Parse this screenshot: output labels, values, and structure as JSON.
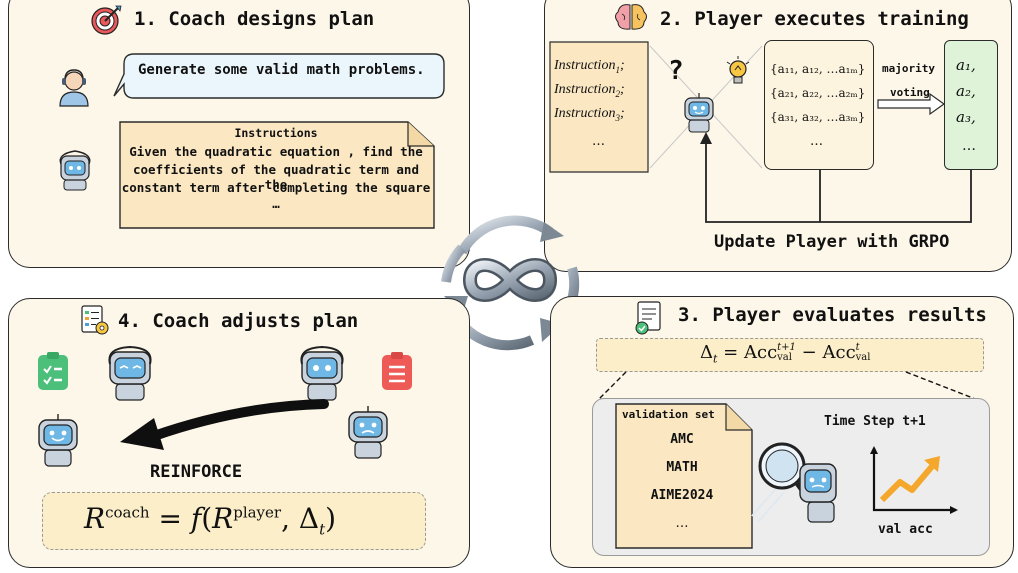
{
  "panel1": {
    "title": "1. Coach designs plan",
    "speech": "Generate some valid math problems.",
    "note_header": "Instructions",
    "note_lines": [
      "Given the quadratic equation , find the",
      "coefficients of the quadratic term and the",
      "constant term after completing the square",
      "…"
    ]
  },
  "panel2": {
    "title": "2. Player executes training",
    "instructions": [
      "Instruction",
      "Instruction",
      "Instruction",
      "…"
    ],
    "instruction_subs": [
      "1",
      "2",
      "3"
    ],
    "question_mark": "?",
    "answers": [
      "{a₁₁, a₁₂, …a₁ₘ}",
      "{a₂₁, a₂₂, …a₂ₘ}",
      "{a₃₁, a₃₂, …a₃ₘ}",
      "…"
    ],
    "majority_label": "majority",
    "voting_label": "voting",
    "results": [
      "a₁,",
      "a₂,",
      "a₃,",
      "…"
    ],
    "update_label": "Update Player with GRPO"
  },
  "panel3": {
    "title": "3. Player evaluates results",
    "formula": {
      "lhs": "Δ",
      "lhs_sub": "t",
      "eq": "=",
      "acc1": "Acc",
      "acc1_sup": "t+1",
      "acc1_sub": "val",
      "minus": "−",
      "acc2": "Acc",
      "acc2_sup": "t",
      "acc2_sub": "val"
    },
    "doc_header": "validation set",
    "datasets": [
      "AMC",
      "MATH",
      "AIME2024",
      "…"
    ],
    "time_step": "Time Step t+1",
    "val_acc": "val acc"
  },
  "panel4": {
    "title": "4. Coach adjusts plan",
    "reinforce": "REINFORCE",
    "formula": {
      "r": "R",
      "r_sup": "coach",
      "eq": "=",
      "f": "f",
      "open": "(",
      "r2": "R",
      "r2_sup": "player",
      "comma": ",",
      "delta": "Δ",
      "delta_sub": "t",
      "close": ")"
    }
  },
  "colors": {
    "panel_bg": "#fdf7e9",
    "note_bg": "#fbe8c3",
    "green_box": "#e2f5dc",
    "result_green": "#dff3d9",
    "arrow_dark": "#0f0f0f",
    "chart_orange": "#f4a72a",
    "clipboard_green": "#4cbf7a",
    "clipboard_red": "#ee5a55"
  },
  "icons": {
    "target": "target-icon",
    "brain": "brain-icon",
    "bulb": "lightbulb-icon",
    "doc": "document-check-icon",
    "checklist": "checklist-gear-icon",
    "infinity": "infinity-cycle-icon"
  }
}
